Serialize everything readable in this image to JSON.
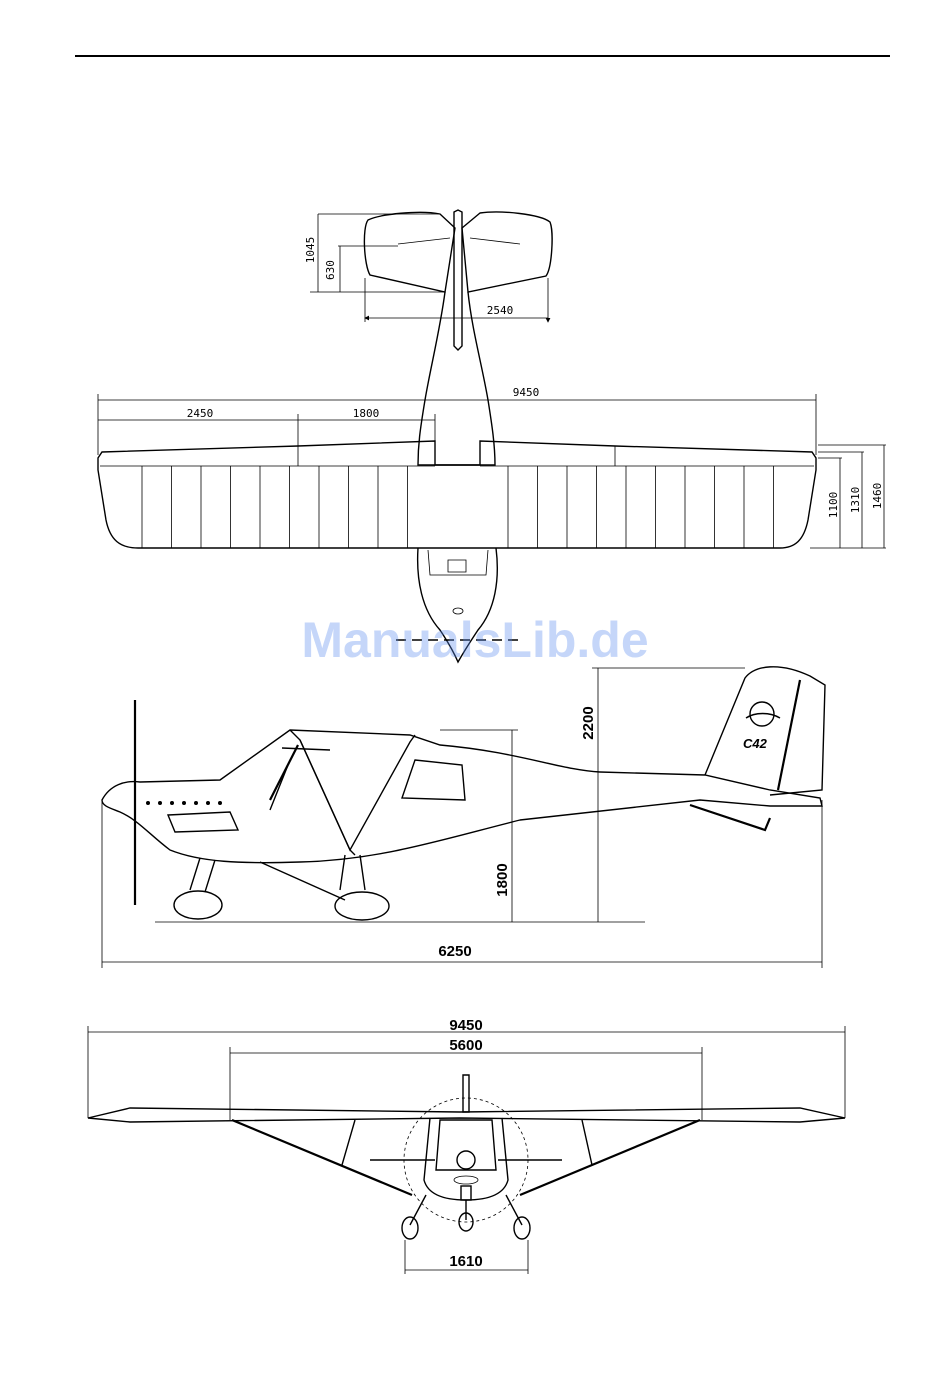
{
  "watermark": "ManualsLib.de",
  "top_view": {
    "tail_span": "2540",
    "tail_chord_total": "1045",
    "tail_chord_elevator": "630",
    "wing_span": "9450",
    "outer_panel": "2450",
    "inner_panel": "1800",
    "chord_1": "1100",
    "chord_2": "1310",
    "chord_3": "1460"
  },
  "side_view": {
    "overall_length": "6250",
    "tail_height": "2200",
    "wing_height": "1800",
    "tail_marking": "C42"
  },
  "front_view": {
    "wing_span": "9450",
    "strut_span": "5600",
    "track": "1610"
  }
}
